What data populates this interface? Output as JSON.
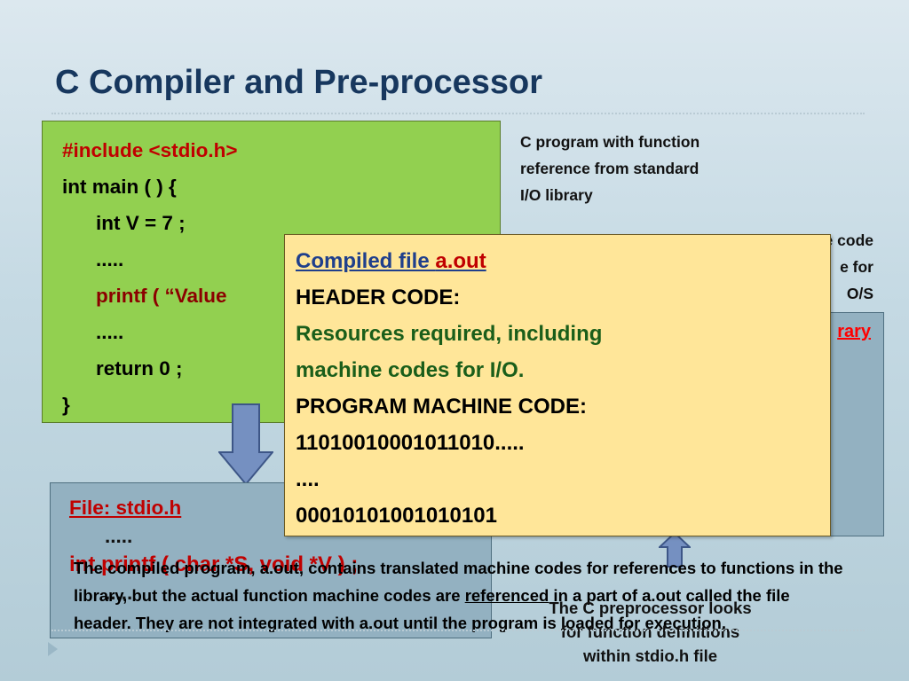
{
  "slide": {
    "title": "C Compiler and Pre-processor"
  },
  "code_block": {
    "line1": "#include <stdio.h>",
    "line2": "int main ( ) {",
    "line3": "int V = 7 ;",
    "line4": ".....",
    "line5": "printf ( “Value",
    "line6": ".....",
    "line7": "return 0 ;",
    "line8": "}"
  },
  "side_note": {
    "line1": "C program with function",
    "line2": "reference from standard",
    "line3": "I/O library"
  },
  "side_note2": {
    "line1": "The actual machine code",
    "line2": "e for",
    "line3": "O/S"
  },
  "library_box": {
    "label": "rary"
  },
  "stdio_box": {
    "label": "File: stdio.h",
    "dots": ".....",
    "prototype": "int printf ( char *S, void *V ) ;",
    "dots2": "....."
  },
  "compiled_box": {
    "heading_prefix": "Compiled file ",
    "heading_file": "a.out",
    "header_code": "HEADER CODE:",
    "resources_line1": "Resources required, including",
    "resources_line2": "machine codes for I/O.",
    "program_code": "PROGRAM MACHINE CODE:",
    "bits1": "11010010001011010.....",
    "dots": "....",
    "bits2": "00010101001010101"
  },
  "bottom_text": {
    "part1": "The compiled program, a.out, contains translated machine codes for references to functions in the library, but the actual function machine codes are ",
    "referenced": "referenced",
    "part2": " in a part of a.out called the file header.  They are not integrated with a.out until the program is loaded for execution."
  },
  "preprocessor_note": {
    "line1": "The C preprocessor looks",
    "line2": "for function definitions",
    "line3": "within stdio.h file"
  },
  "colors": {
    "title": "#17375e",
    "code_bg": "#92d050",
    "compiled_bg": "#ffe699",
    "info_box_bg": "#93b1c1",
    "arrow_fill": "#7590c1"
  }
}
